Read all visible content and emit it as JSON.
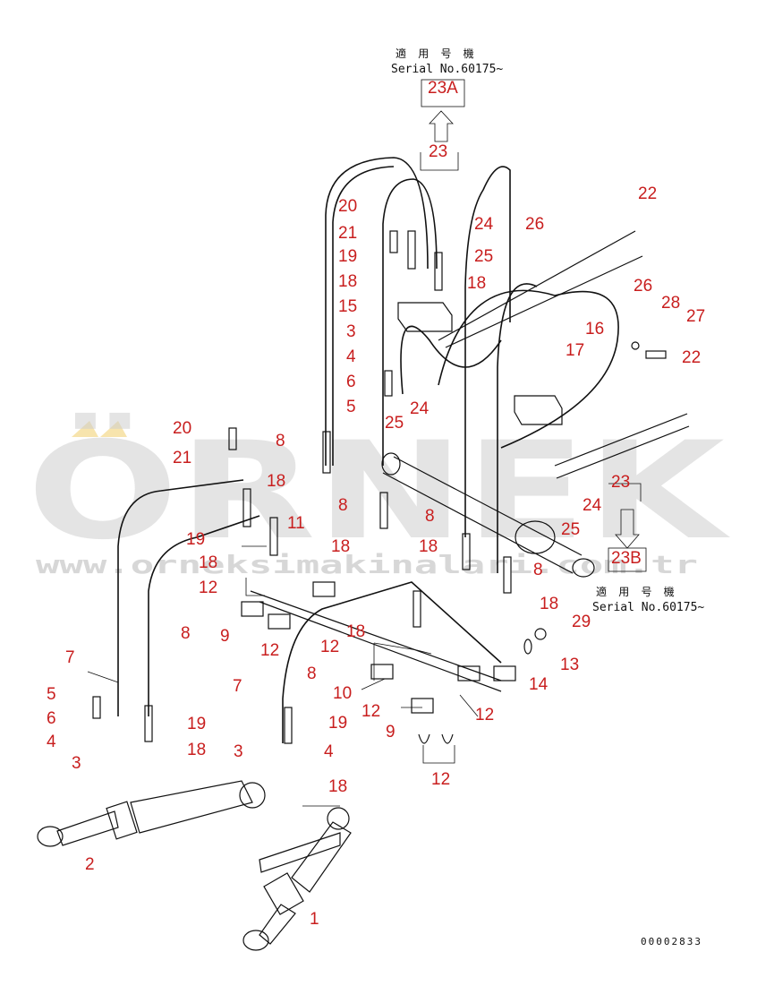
{
  "header_note": {
    "applicable_label": "適 用 号 機",
    "serial_label": "Serial No.60175~"
  },
  "footer_note": {
    "applicable_label": "適 用 号 機",
    "serial_label": "Serial No.60175~"
  },
  "document_number": "00002833",
  "watermark": {
    "brand": "ÖRNEK",
    "url": "www.orneksimakinalari.com.tr"
  },
  "colors": {
    "callout": "#c81e1e",
    "line": "#111111",
    "watermark": "#cfcfcf"
  },
  "callouts": [
    {
      "id": "c-23a",
      "label": "23A"
    },
    {
      "id": "c-23-top",
      "label": "23"
    },
    {
      "id": "c-20-top",
      "label": "20"
    },
    {
      "id": "c-21-top",
      "label": "21"
    },
    {
      "id": "c-19-top",
      "label": "19"
    },
    {
      "id": "c-18-top-a",
      "label": "18"
    },
    {
      "id": "c-15",
      "label": "15"
    },
    {
      "id": "c-3-top",
      "label": "3"
    },
    {
      "id": "c-4-top",
      "label": "4"
    },
    {
      "id": "c-6-top",
      "label": "6"
    },
    {
      "id": "c-5-top",
      "label": "5"
    },
    {
      "id": "c-24-top",
      "label": "24"
    },
    {
      "id": "c-25-top",
      "label": "25"
    },
    {
      "id": "c-18-top-b",
      "label": "18"
    },
    {
      "id": "c-26-a",
      "label": "26"
    },
    {
      "id": "c-22-a",
      "label": "22"
    },
    {
      "id": "c-26-b",
      "label": "26"
    },
    {
      "id": "c-28",
      "label": "28"
    },
    {
      "id": "c-27",
      "label": "27"
    },
    {
      "id": "c-16",
      "label": "16"
    },
    {
      "id": "c-17",
      "label": "17"
    },
    {
      "id": "c-22-b",
      "label": "22"
    },
    {
      "id": "c-24-mid",
      "label": "24"
    },
    {
      "id": "c-25-mid",
      "label": "25"
    },
    {
      "id": "c-23-mid",
      "label": "23"
    },
    {
      "id": "c-24-right",
      "label": "24"
    },
    {
      "id": "c-25-right",
      "label": "25"
    },
    {
      "id": "c-23b",
      "label": "23B"
    },
    {
      "id": "c-29",
      "label": "29"
    },
    {
      "id": "c-20-left",
      "label": "20"
    },
    {
      "id": "c-21-left",
      "label": "21"
    },
    {
      "id": "c-8-a",
      "label": "8"
    },
    {
      "id": "c-18-a",
      "label": "18"
    },
    {
      "id": "c-11",
      "label": "11"
    },
    {
      "id": "c-8-b",
      "label": "8"
    },
    {
      "id": "c-8-c",
      "label": "8"
    },
    {
      "id": "c-18-b",
      "label": "18"
    },
    {
      "id": "c-18-c",
      "label": "18"
    },
    {
      "id": "c-8-d",
      "label": "8"
    },
    {
      "id": "c-19-left",
      "label": "19"
    },
    {
      "id": "c-18-d",
      "label": "18"
    },
    {
      "id": "c-12-a",
      "label": "12"
    },
    {
      "id": "c-9-a",
      "label": "9"
    },
    {
      "id": "c-12-b",
      "label": "12"
    },
    {
      "id": "c-12-c",
      "label": "12"
    },
    {
      "id": "c-18-e",
      "label": "18"
    },
    {
      "id": "c-18-f",
      "label": "18"
    },
    {
      "id": "c-13",
      "label": "13"
    },
    {
      "id": "c-14",
      "label": "14"
    },
    {
      "id": "c-8-e",
      "label": "8"
    },
    {
      "id": "c-7-a",
      "label": "7"
    },
    {
      "id": "c-5-left",
      "label": "5"
    },
    {
      "id": "c-6-left",
      "label": "6"
    },
    {
      "id": "c-4-left",
      "label": "4"
    },
    {
      "id": "c-3-left",
      "label": "3"
    },
    {
      "id": "c-19-b",
      "label": "19"
    },
    {
      "id": "c-18-g",
      "label": "18"
    },
    {
      "id": "c-7-b",
      "label": "7"
    },
    {
      "id": "c-8-f",
      "label": "8"
    },
    {
      "id": "c-10",
      "label": "10"
    },
    {
      "id": "c-12-d",
      "label": "12"
    },
    {
      "id": "c-9-b",
      "label": "9"
    },
    {
      "id": "c-12-e",
      "label": "12"
    },
    {
      "id": "c-19-c",
      "label": "19"
    },
    {
      "id": "c-4-mid",
      "label": "4"
    },
    {
      "id": "c-3-mid",
      "label": "3"
    },
    {
      "id": "c-18-h",
      "label": "18"
    },
    {
      "id": "c-12-f",
      "label": "12"
    },
    {
      "id": "c-2",
      "label": "2"
    },
    {
      "id": "c-1",
      "label": "1"
    }
  ]
}
